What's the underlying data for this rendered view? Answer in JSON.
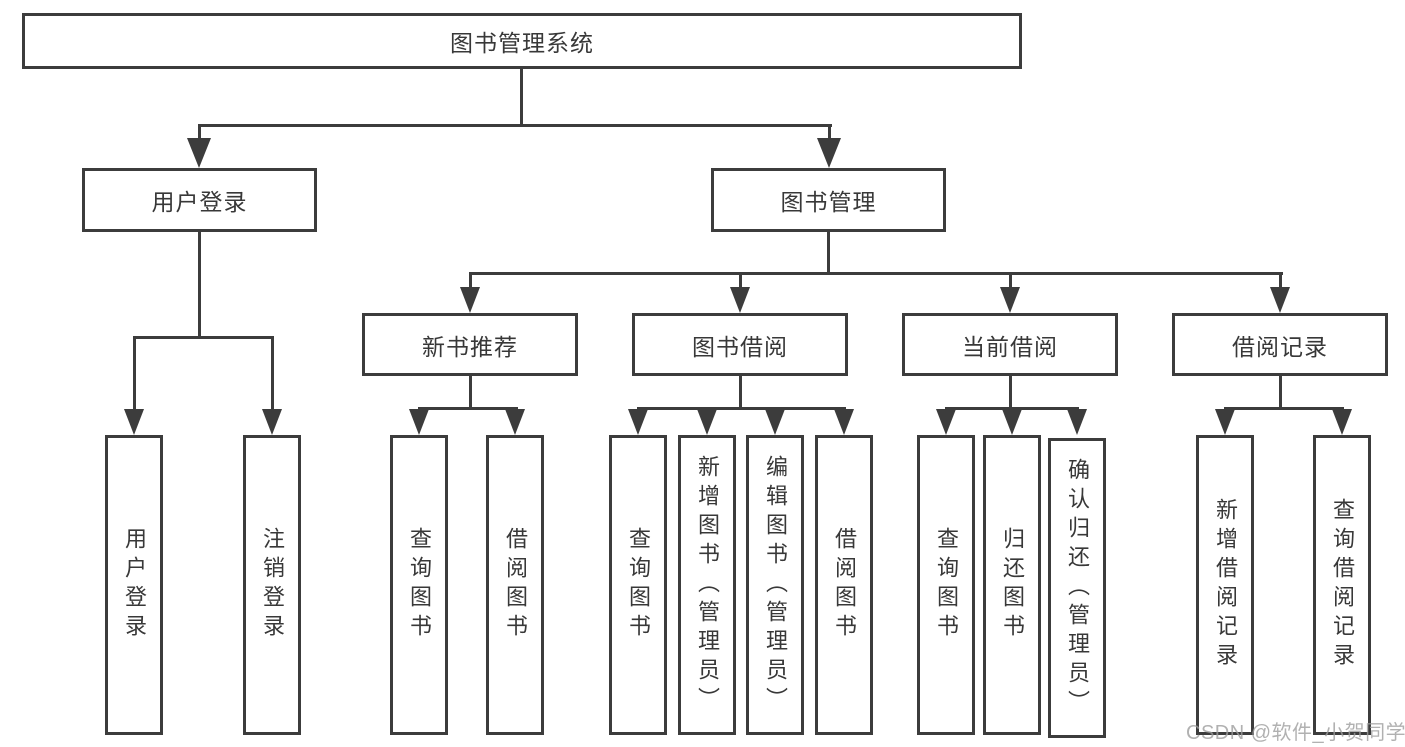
{
  "diagram": {
    "colors": {
      "line": "#3c3c3c",
      "text": "#383838",
      "background": "#ffffff",
      "watermark": "#9e9e9e"
    },
    "root": {
      "label": "图书管理系统"
    },
    "branches": [
      {
        "label": "用户登录"
      },
      {
        "label": "图书管理"
      }
    ],
    "modules": [
      {
        "label": "新书推荐"
      },
      {
        "label": "图书借阅"
      },
      {
        "label": "当前借阅"
      },
      {
        "label": "借阅记录"
      }
    ],
    "leaves": {
      "login": [
        {
          "label": "用户登录"
        },
        {
          "label": "注销登录"
        }
      ],
      "recommend": [
        {
          "label": "查询图书"
        },
        {
          "label": "借阅图书"
        }
      ],
      "borrow": [
        {
          "label": "查询图书"
        },
        {
          "label": "新增图书（管理员）"
        },
        {
          "label": "编辑图书（管理员）"
        },
        {
          "label": "借阅图书"
        }
      ],
      "current": [
        {
          "label": "查询图书"
        },
        {
          "label": "归还图书"
        },
        {
          "label": "确认归还（管理员）"
        }
      ],
      "records": [
        {
          "label": "新增借阅记录"
        },
        {
          "label": "查询借阅记录"
        }
      ]
    },
    "watermark": "CSDN @软件_小贺同学"
  }
}
